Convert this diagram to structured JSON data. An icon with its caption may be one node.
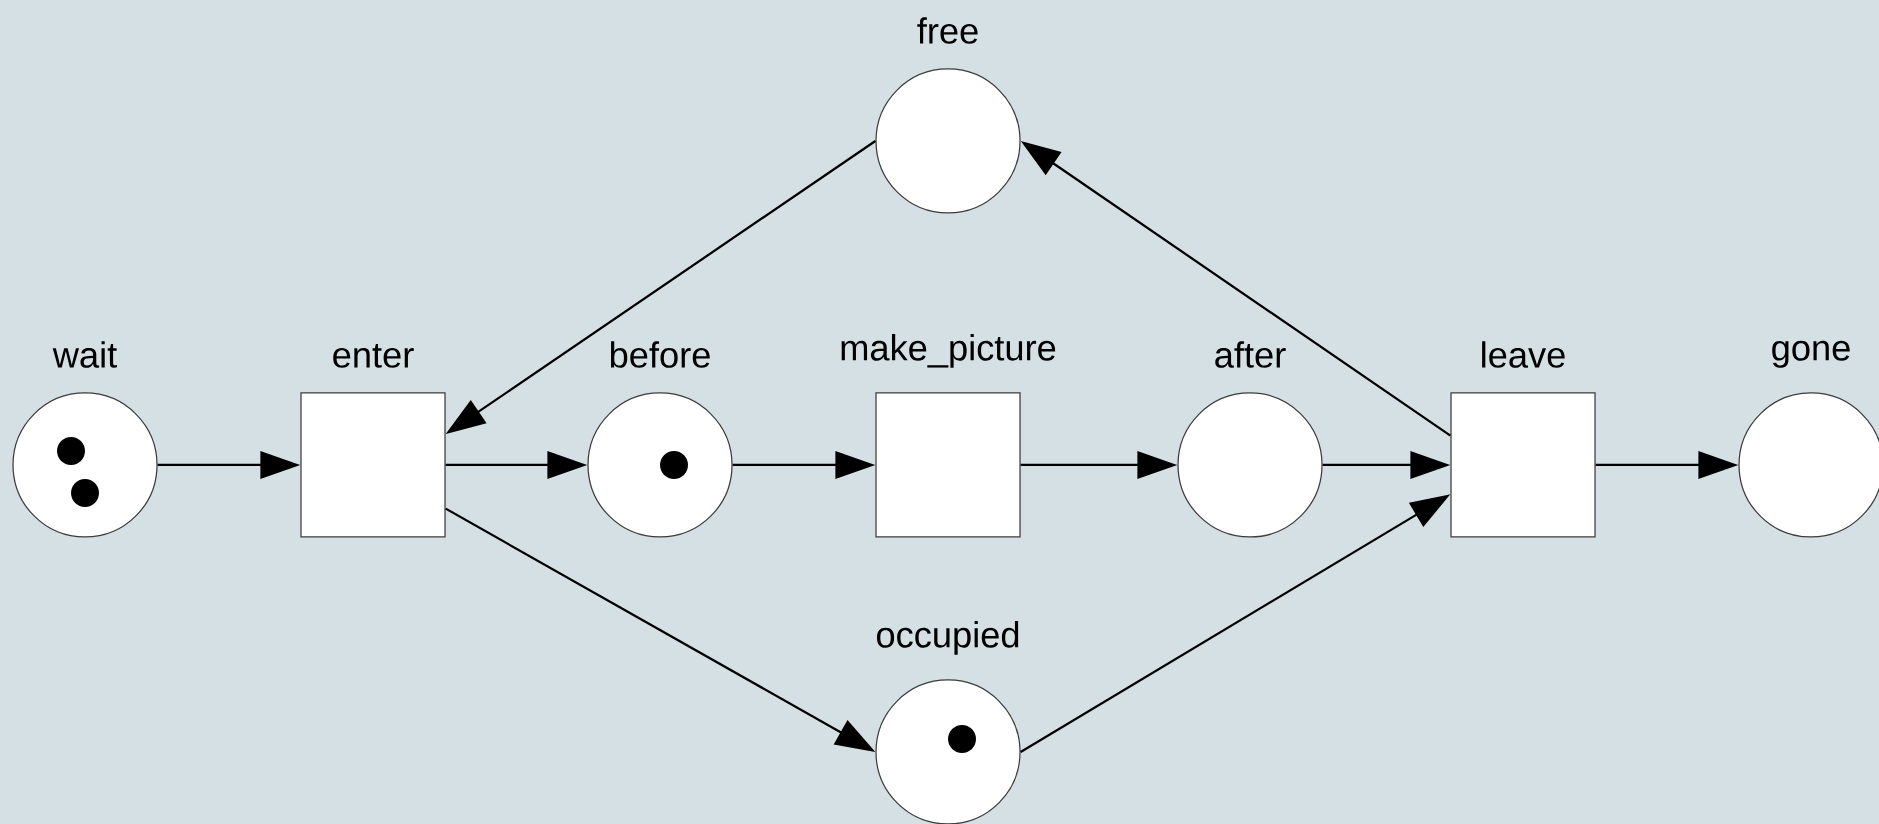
{
  "diagram": {
    "nodes": [
      {
        "text": [
          "wait"
        ]
      },
      {
        "text": [
          "enter"
        ]
      },
      {
        "text": [
          "before"
        ]
      },
      {
        "text": [
          "make_picture"
        ]
      },
      {
        "text": [
          "after"
        ]
      },
      {
        "text": [
          "leave"
        ]
      },
      {
        "text": [
          "gone"
        ]
      },
      {
        "text": [
          "free"
        ]
      },
      {
        "text": [
          "occupied"
        ]
      }
    ],
    "edges": [
      {
        "from": 0,
        "to": 1,
        "arrow": "to"
      },
      {
        "from": 1,
        "to": 2,
        "arrow": "to"
      },
      {
        "from": 2,
        "to": 3,
        "arrow": "to"
      },
      {
        "from": 3,
        "to": 4,
        "arrow": "to"
      },
      {
        "from": 4,
        "to": 5,
        "arrow": "to"
      },
      {
        "from": 5,
        "to": 6,
        "arrow": "to"
      },
      {
        "from": 7,
        "to": 1,
        "arrow": "to"
      },
      {
        "from": 5,
        "to": 7,
        "arrow": "to"
      },
      {
        "from": 1,
        "to": 8,
        "arrow": "to"
      },
      {
        "from": 8,
        "to": 5,
        "arrow": "to"
      }
    ]
  }
}
